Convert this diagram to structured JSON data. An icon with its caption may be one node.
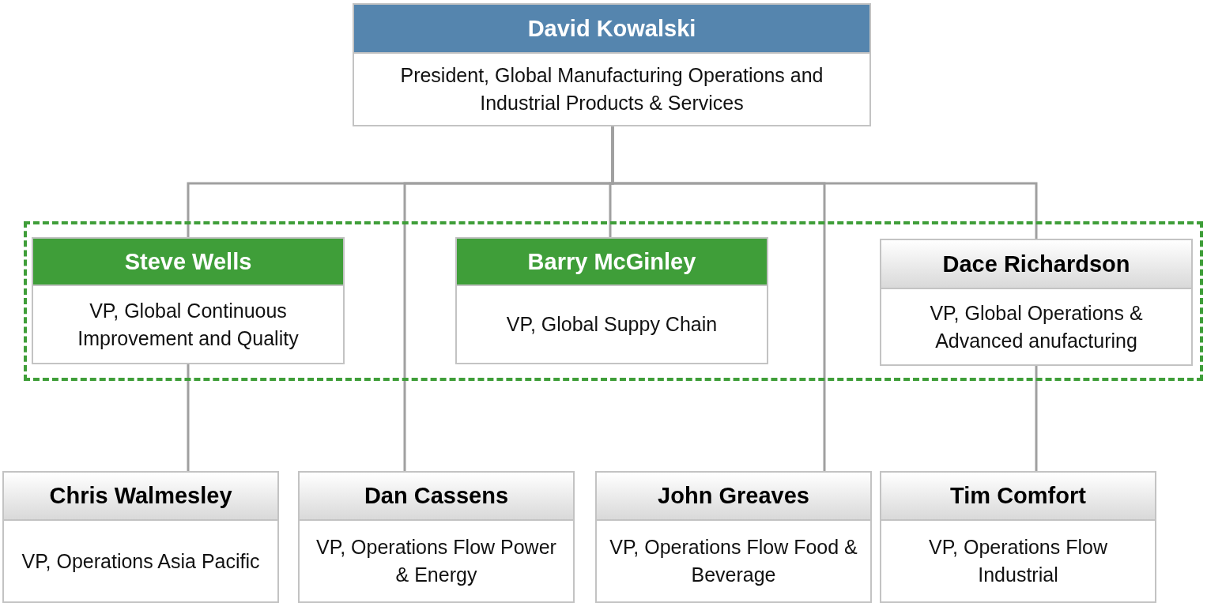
{
  "diagram": {
    "nodes": [
      {
        "text": [
          "David Kowalski",
          "President, Global Manufacturing Operations and Industrial Products & Services"
        ]
      },
      {
        "text": [],
        "shape": "box"
      },
      {
        "text": [
          "Steve Wells",
          "VP, Global Continuous Improvement and Quality"
        ],
        "in": 1
      },
      {
        "text": [
          "Barry McGinley",
          "VP, Global Suppy Chain"
        ],
        "in": 1
      },
      {
        "text": [
          "Dace Richardson",
          "VP, Global Operations & Advanced anufacturing"
        ],
        "in": 1
      },
      {
        "text": [
          "Chris Walmesley",
          "VP, Operations Asia Pacific"
        ]
      },
      {
        "text": [
          "Dan Cassens",
          "VP, Operations Flow Power & Energy"
        ]
      },
      {
        "text": [
          "John Greaves",
          "VP, Operations Flow Food & Beverage"
        ]
      },
      {
        "text": [
          "Tim Comfort",
          "VP, Operations Flow Industrial"
        ]
      }
    ],
    "edges": [
      {
        "from": 0,
        "to": 2,
        "arrow": "none"
      },
      {
        "from": 0,
        "to": 6,
        "arrow": "none"
      },
      {
        "from": 0,
        "to": 3,
        "arrow": "none"
      },
      {
        "from": 0,
        "to": 7,
        "arrow": "none"
      },
      {
        "from": 0,
        "to": 4,
        "arrow": "none"
      },
      {
        "from": 2,
        "to": 5,
        "arrow": "none"
      },
      {
        "from": 4,
        "to": 8,
        "arrow": "none"
      }
    ]
  }
}
